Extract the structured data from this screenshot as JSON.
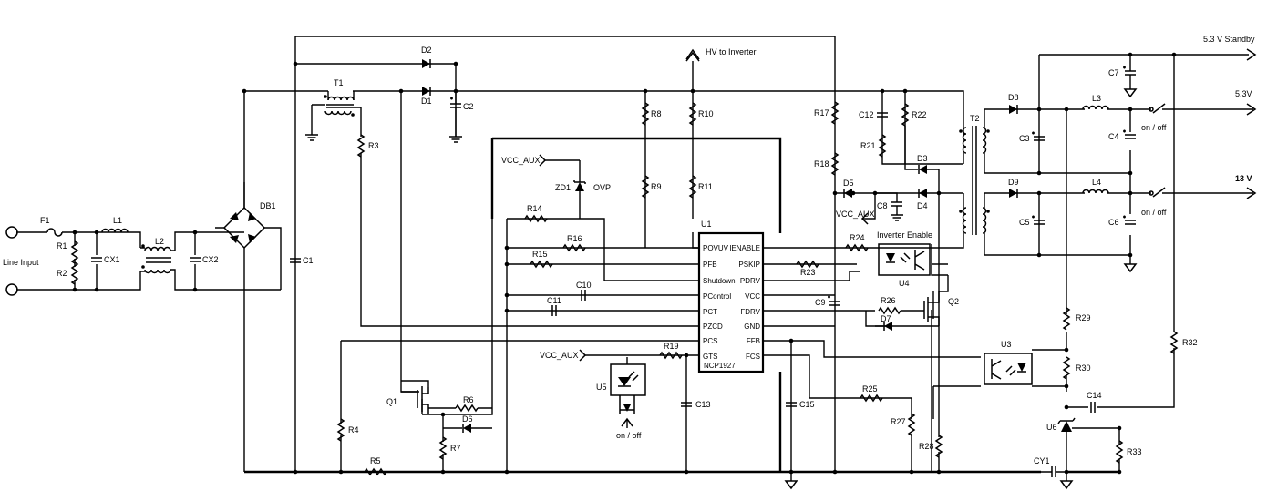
{
  "ports": {
    "line_input": "Line Input",
    "hv_inverter": "HV to Inverter",
    "standby": "5.3 V  Standby",
    "out_53": "5.3V",
    "out_13": "13 V",
    "vcc_aux": "VCC_AUX",
    "ovp": "OVP",
    "inverter_enable": "Inverter Enable",
    "onoff": "on / off"
  },
  "ic": {
    "ref": "U1",
    "part": "NCP1927",
    "left_pins": [
      "POVUV",
      "PFB",
      "Shutdown",
      "PControl",
      "PCT",
      "PZCD",
      "PCS",
      "GTS"
    ],
    "right_pins": [
      "IENABLE",
      "PSKIP",
      "PDRV",
      "VCC",
      "FDRV",
      "GND",
      "FFB",
      "FCS"
    ]
  },
  "refs": {
    "F1": "F1",
    "R1": "R1",
    "R2": "R2",
    "CX1": "CX1",
    "L1": "L1",
    "L2": "L2",
    "CX2": "CX2",
    "DB1": "DB1",
    "C1": "C1",
    "T1": "T1",
    "R3": "R3",
    "D1": "D1",
    "D2": "D2",
    "C2": "C2",
    "R4": "R4",
    "R5": "R5",
    "Q1": "Q1",
    "R6": "R6",
    "D6": "D6",
    "R7": "R7",
    "R8": "R8",
    "R9": "R9",
    "R10": "R10",
    "R11": "R11",
    "ZD1": "ZD1",
    "R14": "R14",
    "R15": "R15",
    "R16": "R16",
    "C10": "C10",
    "C11": "C11",
    "R19": "R19",
    "U5": "U5",
    "C13": "C13",
    "C15": "C15",
    "R17": "R17",
    "R18": "R18",
    "D5": "D5",
    "C8": "C8",
    "C12": "C12",
    "R21": "R21",
    "R22": "R22",
    "D3": "D3",
    "D4": "D4",
    "R24": "R24",
    "R23": "R23",
    "U4": "U4",
    "C9": "C9",
    "R26": "R26",
    "D7": "D7",
    "Q2": "Q2",
    "R25": "R25",
    "R27": "R27",
    "R28": "R28",
    "T2": "T2",
    "D8": "D8",
    "D9": "D9",
    "C3": "C3",
    "C5": "C5",
    "C7": "C7",
    "L3": "L3",
    "L4": "L4",
    "C4": "C4",
    "C6": "C6",
    "R29": "R29",
    "R30": "R30",
    "U3": "U3",
    "C14": "C14",
    "U6": "U6",
    "R33": "R33",
    "R32": "R32",
    "CY1": "CY1"
  }
}
